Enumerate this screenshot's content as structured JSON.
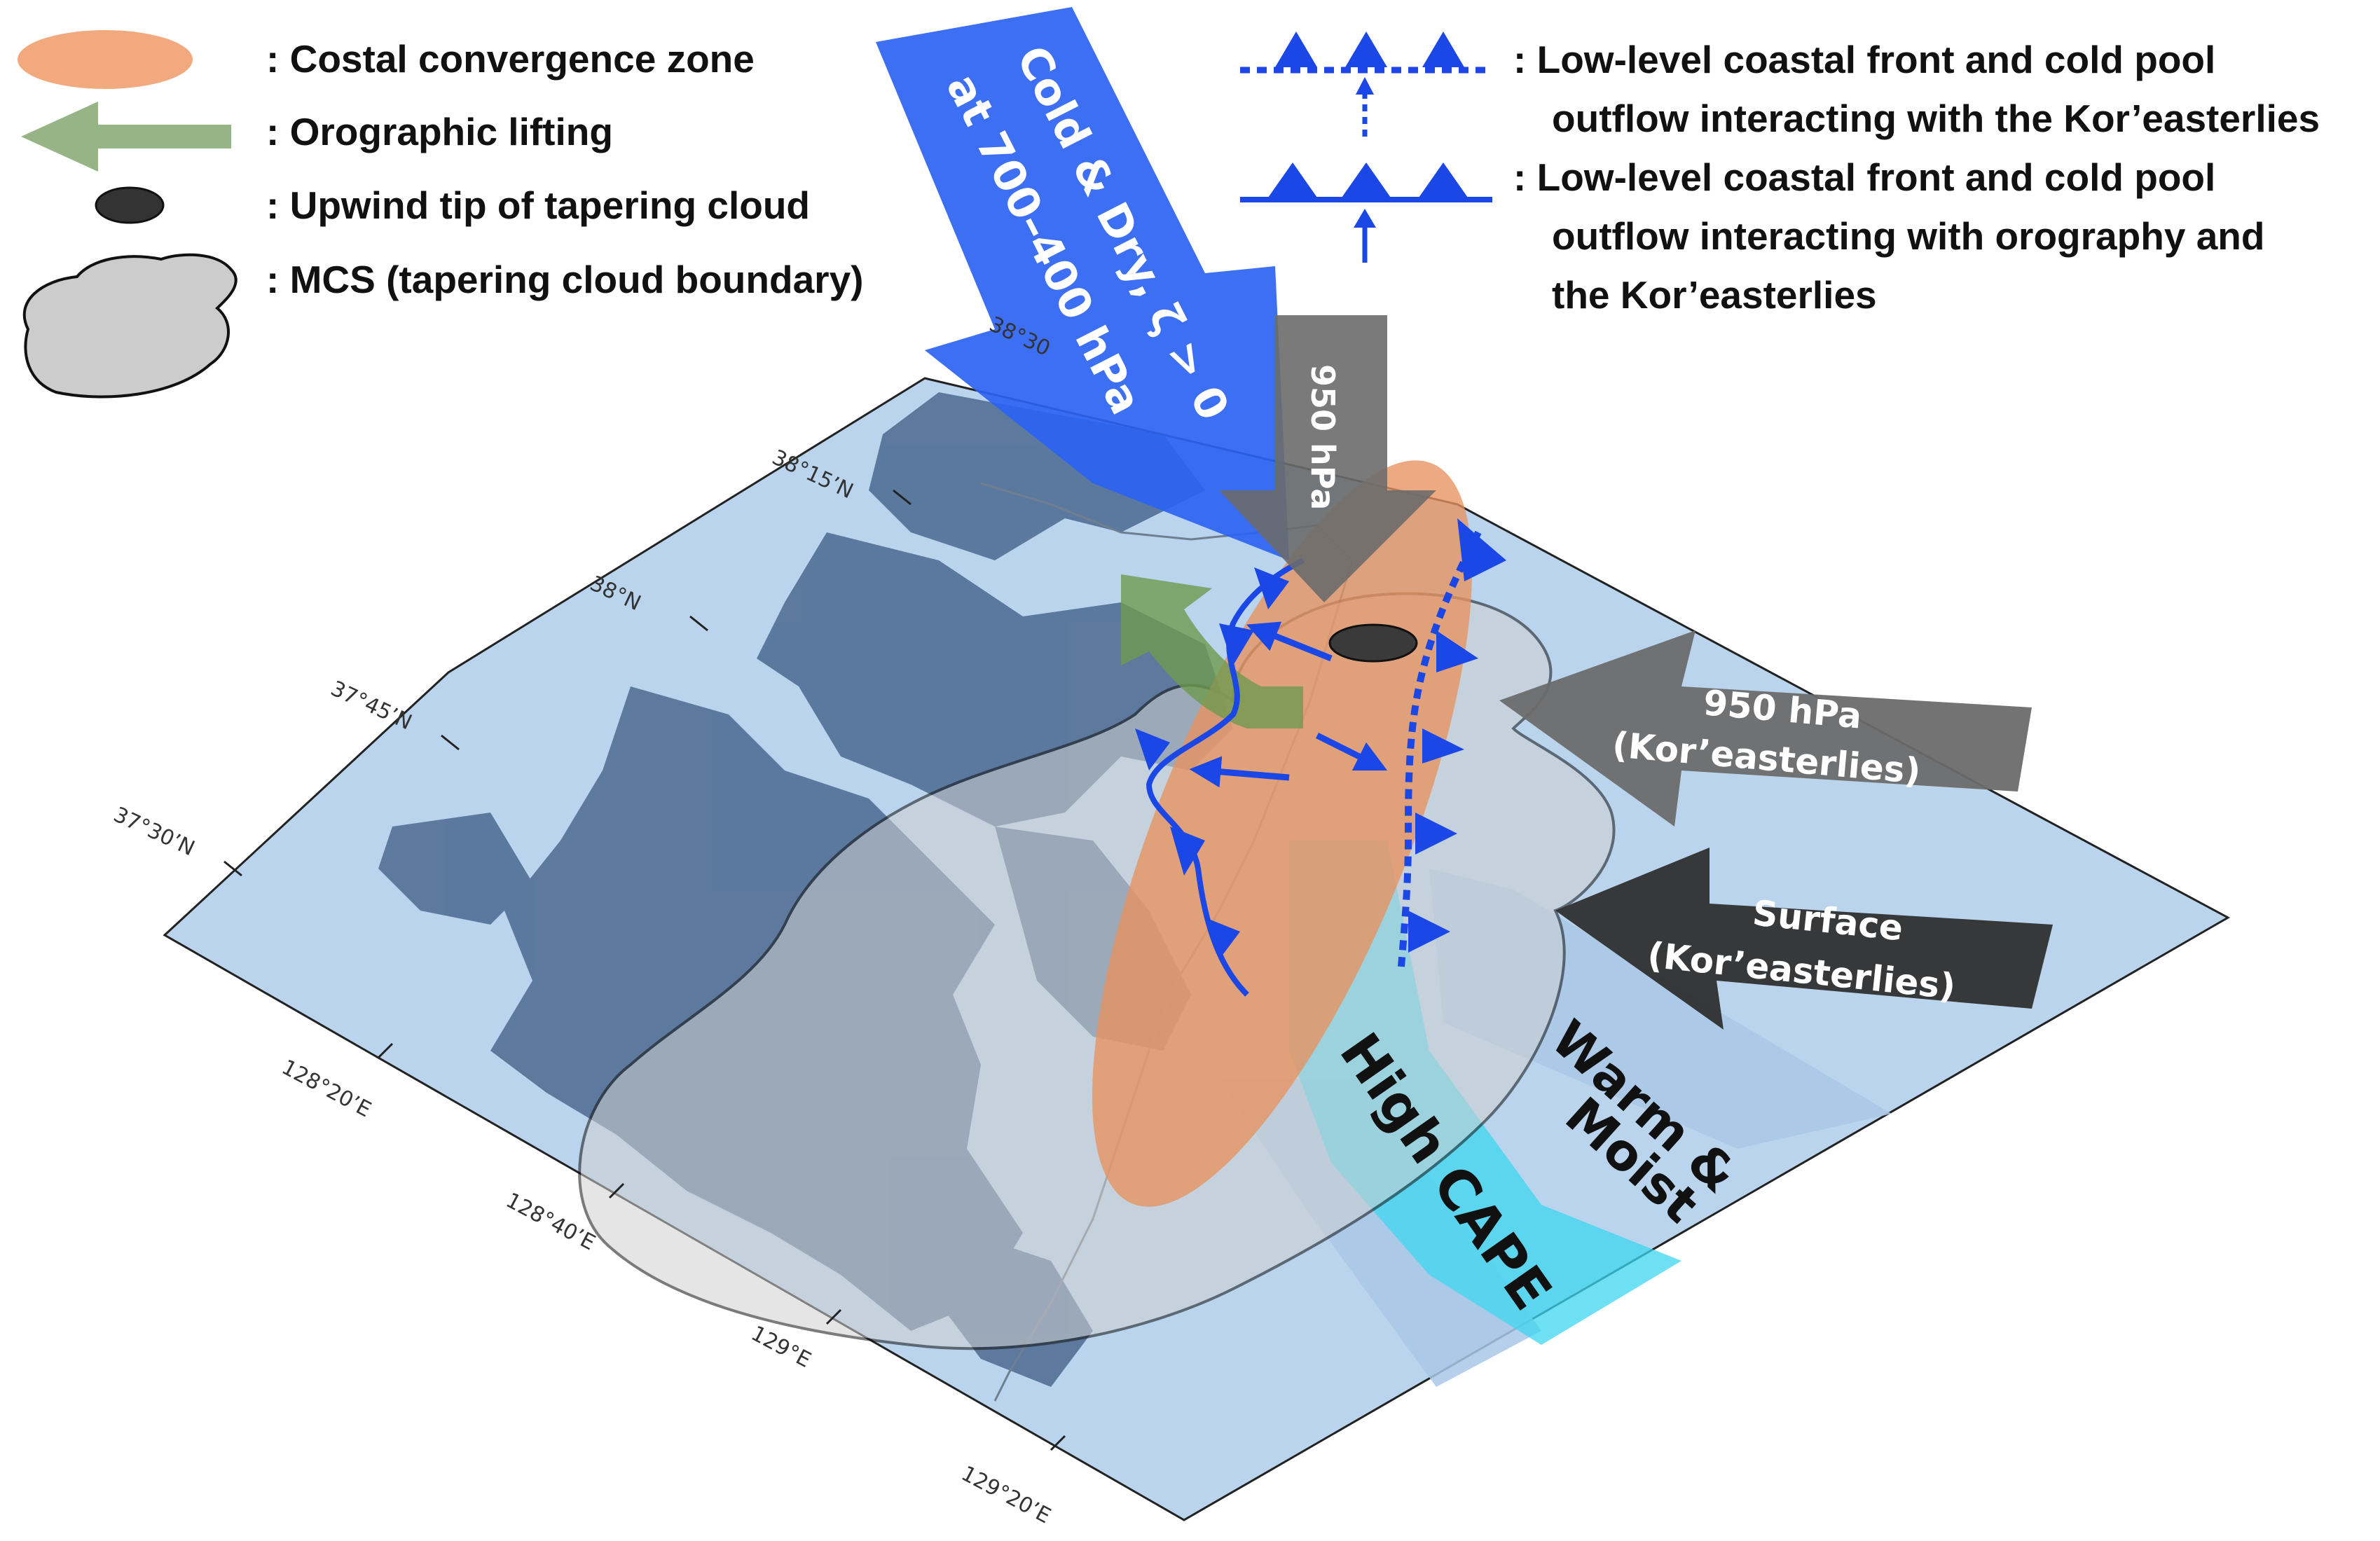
{
  "legend": {
    "items": [
      {
        "label": ": Costal convergence zone",
        "symbol": "orange-ellipse",
        "color": "#f3a97e"
      },
      {
        "label": ": Orographic lifting",
        "symbol": "green-arrow",
        "color": "#97b486"
      },
      {
        "label": ": Upwind tip of tapering cloud",
        "symbol": "black-ellipse",
        "color": "#333333"
      },
      {
        "label": ": MCS (tapering cloud boundary)",
        "symbol": "gray-cloud",
        "color": "#cccccc"
      }
    ],
    "fronts": [
      {
        "line1": ": Low-level coastal front and cold pool",
        "line2": "outflow interacting with the Kor’easterlies",
        "style": "dotted-front"
      },
      {
        "line1": ": Low-level coastal front and cold pool",
        "line2": "outflow interacting with orography and",
        "line3": "the Kor’easterlies",
        "style": "solid-front"
      }
    ]
  },
  "map": {
    "lat_ticks": [
      "38°15’N",
      "38°N",
      "37°45’N",
      "37°30’N"
    ],
    "lon_ticks": [
      "128°20’E",
      "128°40’E",
      "129°E",
      "129°20’E"
    ],
    "partial_tick": "38°30"
  },
  "arrows": {
    "upper": {
      "line1": "Cold & Dry, ζ > 0",
      "line2": "at 700–400 hPa",
      "color": "#2b63f3"
    },
    "mid": {
      "label": "950 hPa",
      "color": "#6b6b6b"
    },
    "easterly950": {
      "line1": "950 hPa",
      "line2": "(Kor’easterlies)",
      "color": "#6b6b6b"
    },
    "surface": {
      "line1": "Surface",
      "line2": "(Kor’easterlies)",
      "color": "#3a3a3a"
    }
  },
  "band_labels": {
    "high_cape": "High CAPE",
    "warm_moist_1": "Warm &",
    "warm_moist_2": "Moist"
  },
  "colors": {
    "sea": "#b5d2ea",
    "land": "#4a6c8e",
    "orange": "#e8925f",
    "cape": "#3ed6f0",
    "front": "#1a47e6",
    "cloud": "#d0d0d0"
  }
}
